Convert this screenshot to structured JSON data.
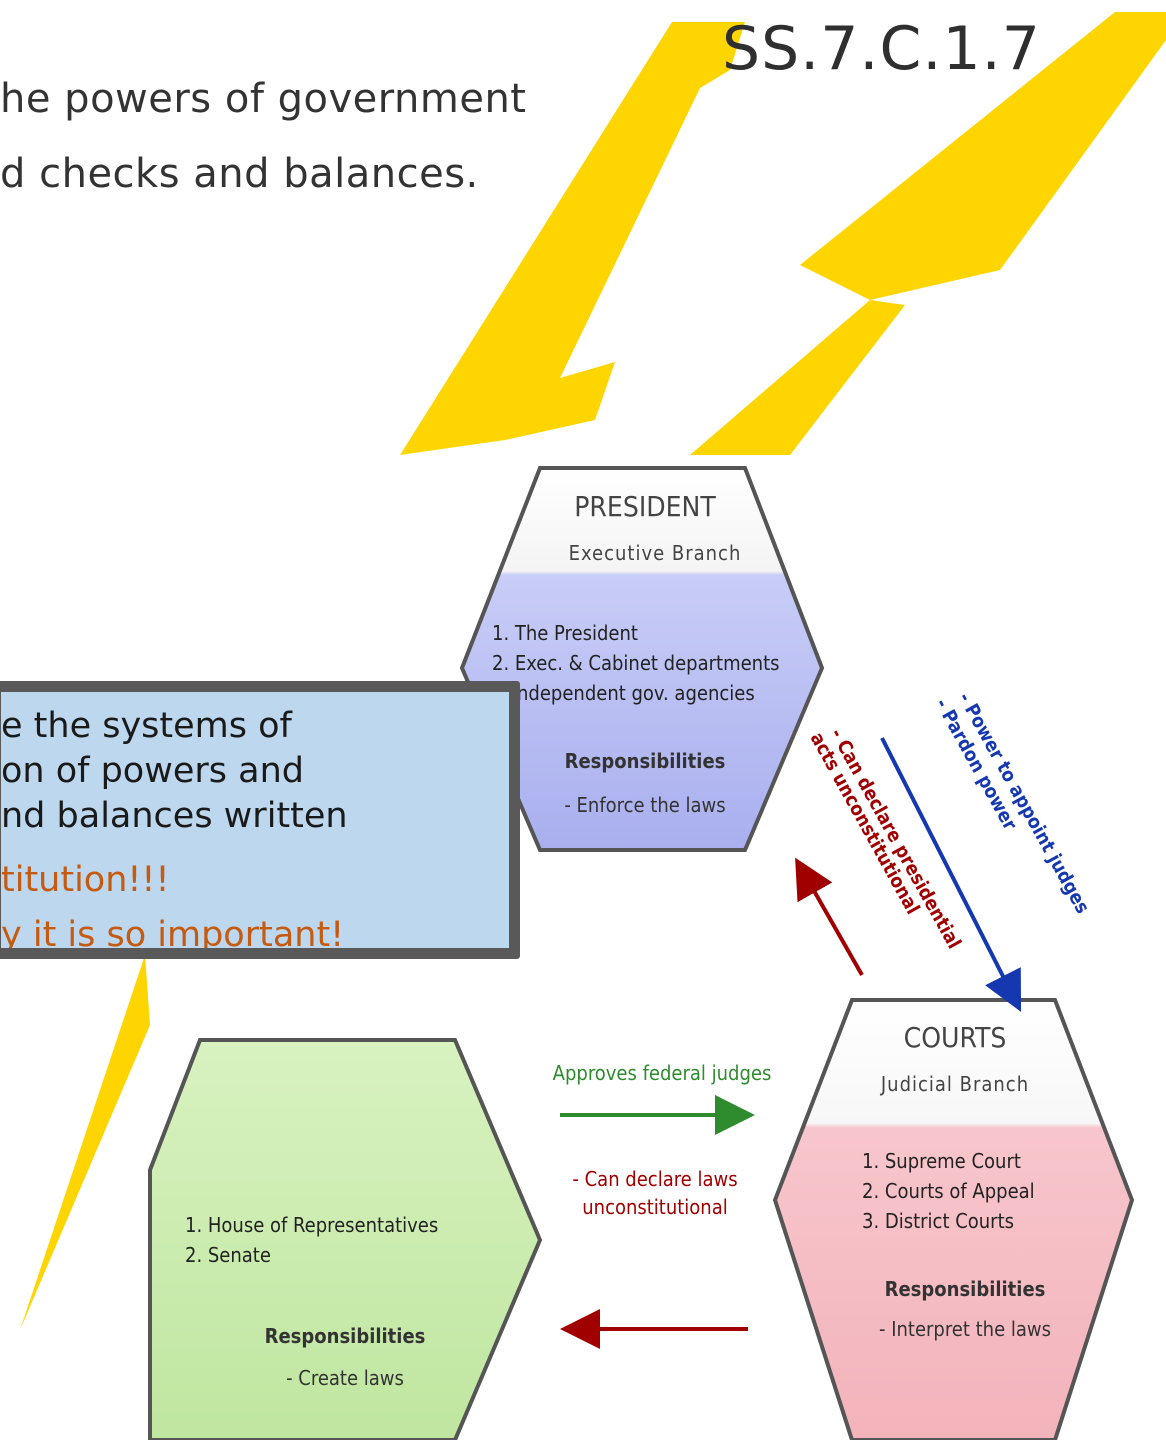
{
  "slide": {
    "title_line1": "he powers of government",
    "title_line2": "d checks and balances.",
    "standard_code": "SS.7.C.1.7",
    "accent_color": "#ffd500"
  },
  "callout": {
    "line1": "e the systems of",
    "line2": "on of powers and",
    "line3": "nd balances written",
    "line4": "titution!!!",
    "line5": "y it is so important!",
    "background": "#bdd7ee",
    "border": "#595959",
    "emphasis_color": "#c55a11"
  },
  "diagram": {
    "president": {
      "title": "PRESIDENT",
      "branch": "Executive Branch",
      "items": [
        "1. The President",
        "2. Exec. & Cabinet departments",
        "ndependent gov. agencies"
      ],
      "responsibilities_label": "Responsibilities",
      "responsibility": "- Enforce the laws",
      "color": "#b4b9f0"
    },
    "courts": {
      "title": "COURTS",
      "branch": "Judicial Branch",
      "items": [
        "1. Supreme Court",
        "2. Courts of Appeal",
        "3. District Courts"
      ],
      "responsibilities_label": "Responsibilities",
      "responsibility": "- Interpret the laws",
      "color": "#f4b6be"
    },
    "congress": {
      "items": [
        "1. House of Representatives",
        "2. Senate"
      ],
      "responsibilities_label": "Responsibilities",
      "responsibility": "- Create laws",
      "color": "#c6e8a8"
    },
    "arrows": {
      "approves_judges": "Approves federal judges",
      "declare_laws_1": "- Can declare laws",
      "declare_laws_2": "unconstitutional",
      "declare_presidential_1": "- Can declare presidential",
      "declare_presidential_2": "acts unconstitutional",
      "appoint_judges_1": "- Power to appoint judges",
      "appoint_judges_2": "- Pardon power",
      "green": "#2e8b2e",
      "red": "#a00000",
      "blue": "#1538b0"
    }
  }
}
